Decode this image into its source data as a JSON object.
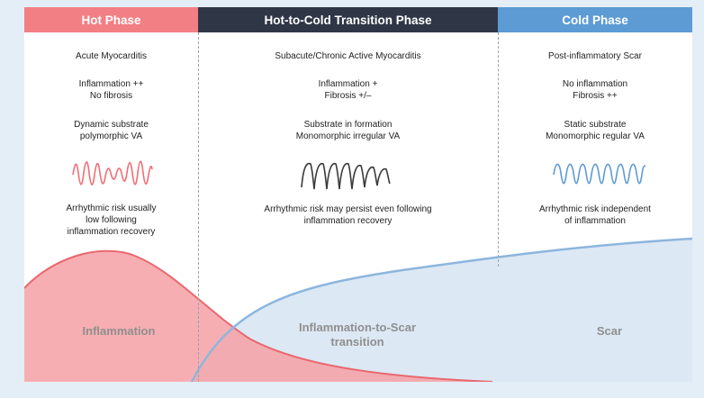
{
  "headers": {
    "hot": "Hot Phase",
    "transition": "Hot-to-Cold Transition Phase",
    "cold": "Cold Phase"
  },
  "hot": {
    "stage": "Acute Myocarditis",
    "inflammation": "Inflammation ++",
    "fibrosis": "No fibrosis",
    "substrate": "Dynamic substrate",
    "va": "polymorphic VA",
    "risk_1": "Arrhythmic risk usually",
    "risk_2": "low following",
    "risk_3": "inflammation recovery",
    "ecg_icon": "polymorphic-va-waveform-icon"
  },
  "transition": {
    "stage": "Subacute/Chronic Active Myocarditis",
    "inflammation": "Inflammation +",
    "fibrosis": "Fibrosis +/–",
    "substrate": "Substrate in formation",
    "va": "Monomorphic irregular VA",
    "risk_1": "Arrhythmic risk may persist even following",
    "risk_2": "inflammation recovery",
    "ecg_icon": "monomorphic-irregular-va-waveform-icon"
  },
  "cold": {
    "stage": "Post-inflammatory Scar",
    "inflammation": "No inflammation",
    "fibrosis": "Fibrosis ++",
    "substrate": "Static substrate",
    "va": "Monomorphic regular VA",
    "risk_1": "Arrhythmic risk independent",
    "risk_2": "of inflammation",
    "ecg_icon": "monomorphic-regular-va-waveform-icon"
  },
  "regions": {
    "inflammation": "Inflammation",
    "transition_1": "Inflammation-to-Scar",
    "transition_2": "transition",
    "scar": "Scar"
  },
  "colors": {
    "hot": "#f27f84",
    "transition": "#2f3746",
    "cold": "#5d9bd5",
    "inflammation_fill": "#f6a0a4",
    "scar_fill": "#dce8f4"
  }
}
